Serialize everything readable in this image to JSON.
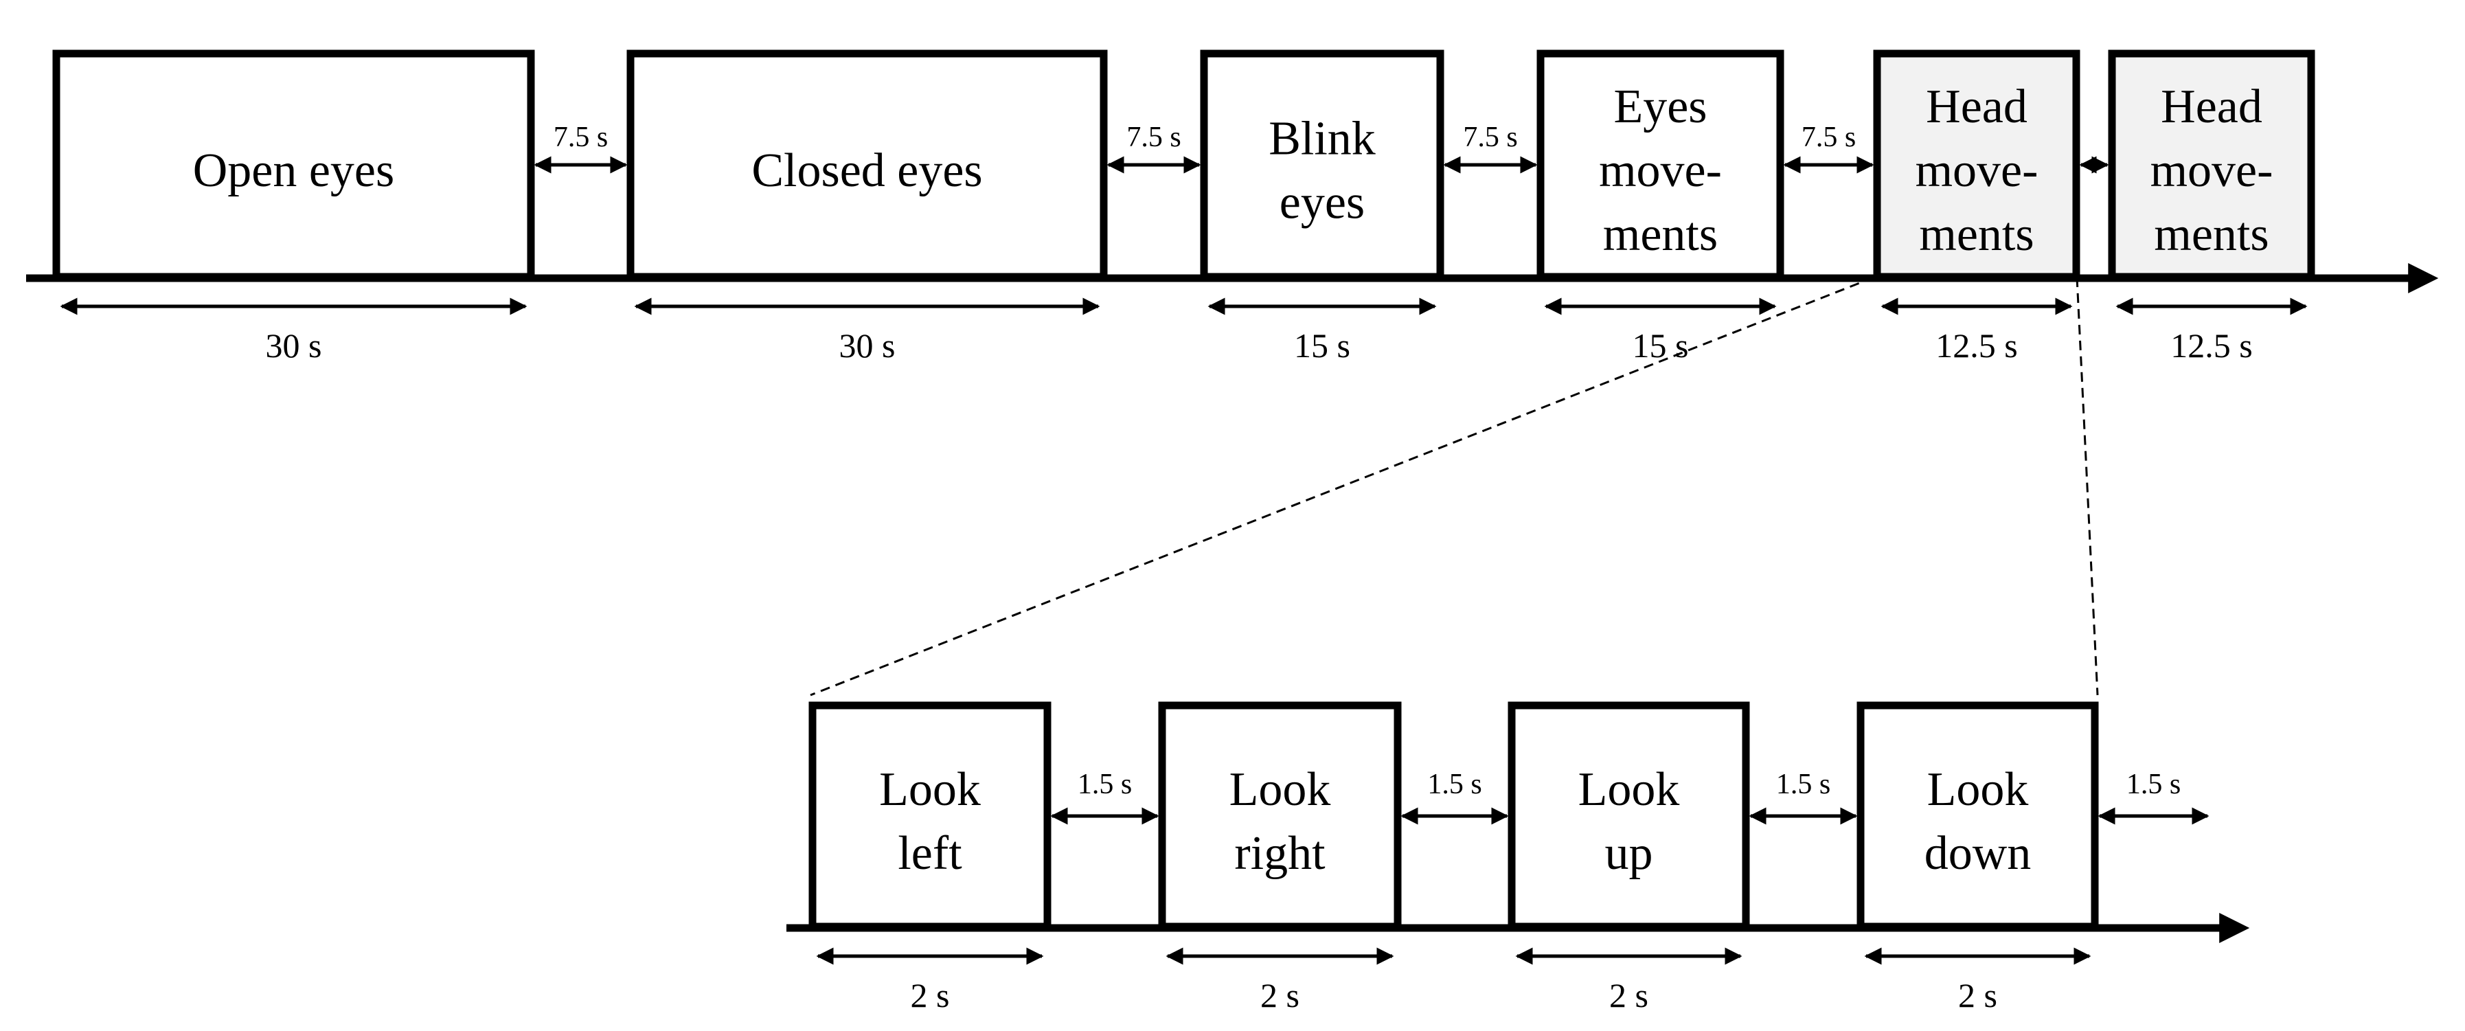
{
  "main_timeline": {
    "blocks": [
      {
        "lines": [
          "Open eyes"
        ],
        "duration": "30 s",
        "shaded": false
      },
      {
        "lines": [
          "Closed eyes"
        ],
        "duration": "30 s",
        "shaded": false
      },
      {
        "lines": [
          "Blink",
          "eyes"
        ],
        "duration": "15 s",
        "shaded": false
      },
      {
        "lines": [
          "Eyes",
          "move-",
          "ments"
        ],
        "duration": "15 s",
        "shaded": false
      },
      {
        "lines": [
          "Head",
          "move-",
          "ments"
        ],
        "duration": "12.5 s",
        "shaded": true
      },
      {
        "lines": [
          "Head",
          "move-",
          "ments"
        ],
        "duration": "12.5 s",
        "shaded": true
      }
    ],
    "gaps": [
      "7.5 s",
      "7.5 s",
      "7.5 s",
      "7.5 s",
      ""
    ]
  },
  "detail_timeline": {
    "blocks": [
      {
        "lines": [
          "Look",
          "left"
        ],
        "duration": "2 s"
      },
      {
        "lines": [
          "Look",
          "right"
        ],
        "duration": "2 s"
      },
      {
        "lines": [
          "Look",
          "up"
        ],
        "duration": "2 s"
      },
      {
        "lines": [
          "Look",
          "down"
        ],
        "duration": "2 s"
      }
    ],
    "gaps": [
      "1.5 s",
      "1.5 s",
      "1.5 s",
      "1.5 s"
    ]
  },
  "colors": {
    "stroke": "#000000",
    "block_fill": "#ffffff",
    "shaded_fill": "#f2f2f2"
  }
}
